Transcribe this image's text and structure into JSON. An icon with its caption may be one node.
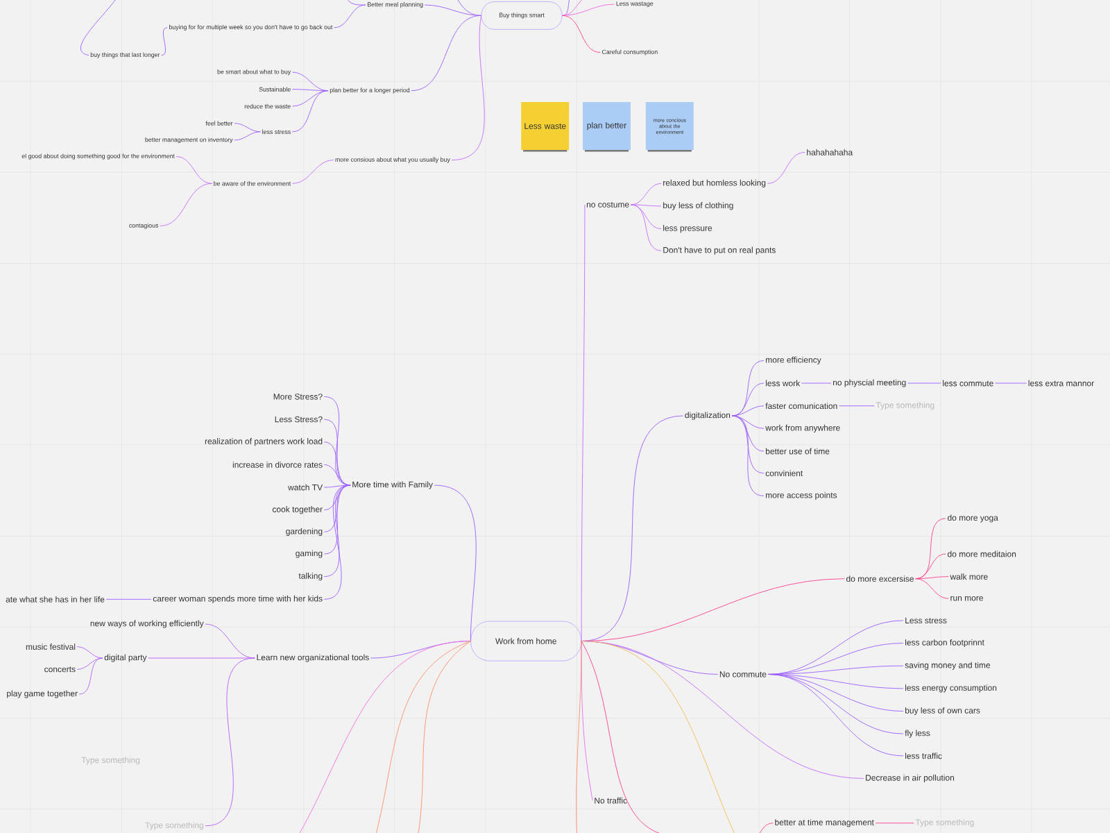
{
  "diagram": {
    "nodes": [
      {
        "text": [
          "Buy things smart"
        ]
      },
      {
        "text": [
          "Better meal planning"
        ]
      },
      {
        "text": [
          "buying for for multiple week so you don't have to go back out"
        ]
      },
      {
        "text": [
          "buy things that last longer"
        ]
      },
      {
        "text": [
          "Less wastage"
        ]
      },
      {
        "text": [
          "Careful consumption"
        ]
      },
      {
        "text": [
          "plan better for a longer period"
        ]
      },
      {
        "text": [
          "be smart about what to buy"
        ]
      },
      {
        "text": [
          "Sustainable"
        ]
      },
      {
        "text": [
          "reduce the waste"
        ]
      },
      {
        "text": [
          "less stress"
        ]
      },
      {
        "text": [
          "feel better"
        ]
      },
      {
        "text": [
          "better management on inventory"
        ]
      },
      {
        "text": [
          "more consious about what you usually buy"
        ]
      },
      {
        "text": [
          "be aware of the environment"
        ]
      },
      {
        "text": [
          "el good about doing something good for the environment"
        ]
      },
      {
        "text": [
          "contagious"
        ]
      },
      {
        "text": [
          "Less waste"
        ]
      },
      {
        "text": [
          "plan better"
        ]
      },
      {
        "text": [
          "more concious about the environment"
        ]
      },
      {
        "text": [
          "Work from home"
        ]
      },
      {
        "text": [
          "no costume"
        ]
      },
      {
        "text": [
          "relaxed but homless looking"
        ]
      },
      {
        "text": [
          "buy less of clothing"
        ]
      },
      {
        "text": [
          "less pressure"
        ]
      },
      {
        "text": [
          "Don't have to put on real pants"
        ]
      },
      {
        "text": [
          "hahahahaha"
        ]
      },
      {
        "text": [
          "digitalization"
        ]
      },
      {
        "text": [
          "more efficiency"
        ]
      },
      {
        "text": [
          "less work"
        ]
      },
      {
        "text": [
          "no physcial meeting"
        ]
      },
      {
        "text": [
          "less commute"
        ]
      },
      {
        "text": [
          "less extra mannor"
        ]
      },
      {
        "text": [
          "faster comunication"
        ]
      },
      {
        "text": [
          "Type something"
        ]
      },
      {
        "text": [
          "work from anywhere"
        ]
      },
      {
        "text": [
          "better use of time"
        ]
      },
      {
        "text": [
          "convinient"
        ]
      },
      {
        "text": [
          "more access points"
        ]
      },
      {
        "text": [
          "do more excersise"
        ]
      },
      {
        "text": [
          "do more yoga"
        ]
      },
      {
        "text": [
          "do more meditaion"
        ]
      },
      {
        "text": [
          "walk more"
        ]
      },
      {
        "text": [
          "run more"
        ]
      },
      {
        "text": [
          "No commute"
        ]
      },
      {
        "text": [
          "Less stress"
        ]
      },
      {
        "text": [
          "less carbon footprinnt"
        ]
      },
      {
        "text": [
          "saving money and time"
        ]
      },
      {
        "text": [
          "less energy consumption"
        ]
      },
      {
        "text": [
          "buy less of own cars"
        ]
      },
      {
        "text": [
          "fly less"
        ]
      },
      {
        "text": [
          "less traffic"
        ]
      },
      {
        "text": [
          "Decrease in air pollution"
        ]
      },
      {
        "text": [
          "No traffic"
        ]
      },
      {
        "text": [
          "better at time management"
        ]
      },
      {
        "text": [
          "Type something"
        ]
      },
      {
        "text": [
          "More time with Family"
        ]
      },
      {
        "text": [
          "More Stress?"
        ]
      },
      {
        "text": [
          "Less Stress?"
        ]
      },
      {
        "text": [
          "realization of partners work load"
        ]
      },
      {
        "text": [
          "increase in divorce rates"
        ]
      },
      {
        "text": [
          "watch TV"
        ]
      },
      {
        "text": [
          "cook together"
        ]
      },
      {
        "text": [
          "gardening"
        ]
      },
      {
        "text": [
          "gaming"
        ]
      },
      {
        "text": [
          "talking"
        ]
      },
      {
        "text": [
          "career woman spends more time with her kids"
        ]
      },
      {
        "text": [
          "ate what she has in her life"
        ]
      },
      {
        "text": [
          "Learn new organizational tools"
        ]
      },
      {
        "text": [
          "new ways of working efficiently"
        ]
      },
      {
        "text": [
          "digital party"
        ]
      },
      {
        "text": [
          "music festival"
        ]
      },
      {
        "text": [
          "concerts"
        ]
      },
      {
        "text": [
          "play game together"
        ]
      },
      {
        "text": [
          "Type something"
        ]
      }
    ],
    "edges": [
      {
        "from": 0,
        "to": 1,
        "arrow": "none"
      },
      {
        "from": 1,
        "to": 2,
        "arrow": "none"
      },
      {
        "from": 2,
        "to": 3,
        "arrow": "none"
      },
      {
        "from": 3,
        "to": null,
        "arrow": "none"
      },
      {
        "from": 1,
        "to": null,
        "arrow": "none"
      },
      {
        "from": 0,
        "to": null,
        "arrow": "none"
      },
      {
        "from": 0,
        "to": null,
        "arrow": "none"
      },
      {
        "from": 0,
        "to": null,
        "arrow": "none",
        "color": "#f067e6"
      },
      {
        "from": 0,
        "to": 4,
        "arrow": "none",
        "color": "#f067e6"
      },
      {
        "from": 0,
        "to": 5,
        "arrow": "none",
        "color": "#ff3d8b"
      },
      {
        "from": 0,
        "to": 6,
        "arrow": "none"
      },
      {
        "from": 6,
        "to": 7,
        "arrow": "none"
      },
      {
        "from": 6,
        "to": 8,
        "arrow": "none"
      },
      {
        "from": 6,
        "to": 9,
        "arrow": "none"
      },
      {
        "from": 6,
        "to": 10,
        "arrow": "none"
      },
      {
        "from": 10,
        "to": 11,
        "arrow": "none"
      },
      {
        "from": 10,
        "to": 12,
        "arrow": "none"
      },
      {
        "from": 0,
        "to": 13,
        "arrow": "none",
        "color": "#c46bff"
      },
      {
        "from": 13,
        "to": 14,
        "arrow": "none",
        "color": "#c46bff"
      },
      {
        "from": 14,
        "to": 15,
        "arrow": "none",
        "color": "#c46bff"
      },
      {
        "from": 14,
        "to": 16,
        "arrow": "none",
        "color": "#c46bff"
      },
      {
        "from": 20,
        "to": 21,
        "arrow": "none",
        "color": "#c46bff"
      },
      {
        "from": 21,
        "to": 22,
        "arrow": "none",
        "color": "#c46bff"
      },
      {
        "from": 21,
        "to": 23,
        "arrow": "none",
        "color": "#c46bff"
      },
      {
        "from": 21,
        "to": 24,
        "arrow": "none",
        "color": "#c46bff"
      },
      {
        "from": 21,
        "to": 25,
        "arrow": "none",
        "color": "#c46bff"
      },
      {
        "from": 22,
        "to": 26,
        "arrow": "none",
        "color": "#c46bff"
      },
      {
        "from": 20,
        "to": 27,
        "arrow": "none"
      },
      {
        "from": 27,
        "to": 28,
        "arrow": "none"
      },
      {
        "from": 27,
        "to": 29,
        "arrow": "none"
      },
      {
        "from": 27,
        "to": 33,
        "arrow": "none"
      },
      {
        "from": 27,
        "to": 35,
        "arrow": "none"
      },
      {
        "from": 27,
        "to": 36,
        "arrow": "none"
      },
      {
        "from": 27,
        "to": 37,
        "arrow": "none"
      },
      {
        "from": 27,
        "to": 38,
        "arrow": "none"
      },
      {
        "from": 29,
        "to": 30,
        "arrow": "none"
      },
      {
        "from": 30,
        "to": 31,
        "arrow": "none"
      },
      {
        "from": 31,
        "to": 32,
        "arrow": "none"
      },
      {
        "from": 33,
        "to": 34,
        "arrow": "none"
      },
      {
        "from": 20,
        "to": 39,
        "arrow": "none",
        "color": "#ff3d8b"
      },
      {
        "from": 39,
        "to": 40,
        "arrow": "none",
        "color": "#ff3d8b"
      },
      {
        "from": 39,
        "to": 41,
        "arrow": "none",
        "color": "#ff3d8b"
      },
      {
        "from": 39,
        "to": 42,
        "arrow": "none",
        "color": "#ff3d8b"
      },
      {
        "from": 39,
        "to": 43,
        "arrow": "none",
        "color": "#ff3d8b"
      },
      {
        "from": 20,
        "to": 44,
        "arrow": "none"
      },
      {
        "from": 44,
        "to": 45,
        "arrow": "none"
      },
      {
        "from": 44,
        "to": 46,
        "arrow": "none"
      },
      {
        "from": 44,
        "to": 47,
        "arrow": "none"
      },
      {
        "from": 44,
        "to": 48,
        "arrow": "none"
      },
      {
        "from": 44,
        "to": 49,
        "arrow": "none"
      },
      {
        "from": 44,
        "to": 50,
        "arrow": "none"
      },
      {
        "from": 44,
        "to": 51,
        "arrow": "none"
      },
      {
        "from": 20,
        "to": 52,
        "arrow": "none",
        "color": "#c46bff"
      },
      {
        "from": 20,
        "to": 53,
        "arrow": "none",
        "color": "#e070f0"
      },
      {
        "from": null,
        "to": 54,
        "arrow": "none",
        "color": "#ff3d8b"
      },
      {
        "from": 54,
        "to": 55,
        "arrow": "none",
        "color": "#ff3d8b"
      },
      {
        "from": 20,
        "to": 56,
        "arrow": "none"
      },
      {
        "from": 56,
        "to": 57,
        "arrow": "none"
      },
      {
        "from": 56,
        "to": 58,
        "arrow": "none"
      },
      {
        "from": 56,
        "to": 59,
        "arrow": "none"
      },
      {
        "from": 56,
        "to": 60,
        "arrow": "none"
      },
      {
        "from": 56,
        "to": 61,
        "arrow": "none"
      },
      {
        "from": 56,
        "to": 62,
        "arrow": "none"
      },
      {
        "from": 56,
        "to": 63,
        "arrow": "none"
      },
      {
        "from": 56,
        "to": 64,
        "arrow": "none"
      },
      {
        "from": 56,
        "to": 65,
        "arrow": "none"
      },
      {
        "from": 56,
        "to": 66,
        "arrow": "none"
      },
      {
        "from": 66,
        "to": 67,
        "arrow": "none"
      },
      {
        "from": 20,
        "to": 68,
        "arrow": "none"
      },
      {
        "from": 68,
        "to": 69,
        "arrow": "none",
        "color": "#b45cff"
      },
      {
        "from": 68,
        "to": 70,
        "arrow": "none",
        "color": "#b45cff"
      },
      {
        "from": 70,
        "to": 71,
        "arrow": "none",
        "color": "#b45cff"
      },
      {
        "from": 70,
        "to": 72,
        "arrow": "none",
        "color": "#b45cff"
      },
      {
        "from": 70,
        "to": 73,
        "arrow": "none",
        "color": "#b45cff"
      },
      {
        "from": 68,
        "to": 74,
        "arrow": "none",
        "color": "#b45cff"
      },
      {
        "from": 20,
        "to": null,
        "arrow": "none",
        "color": "#f46ee0"
      },
      {
        "from": 20,
        "to": null,
        "arrow": "none",
        "color": "#ff8f66"
      },
      {
        "from": 20,
        "to": null,
        "arrow": "none",
        "color": "#ff8f66"
      },
      {
        "from": 20,
        "to": null,
        "arrow": "none",
        "color": "#ff8f66"
      },
      {
        "from": 20,
        "to": null,
        "arrow": "none",
        "color": "#ff3d8b"
      },
      {
        "from": 20,
        "to": null,
        "arrow": "none",
        "color": "#f7b955"
      }
    ],
    "labels": [
      "Type something"
    ]
  }
}
